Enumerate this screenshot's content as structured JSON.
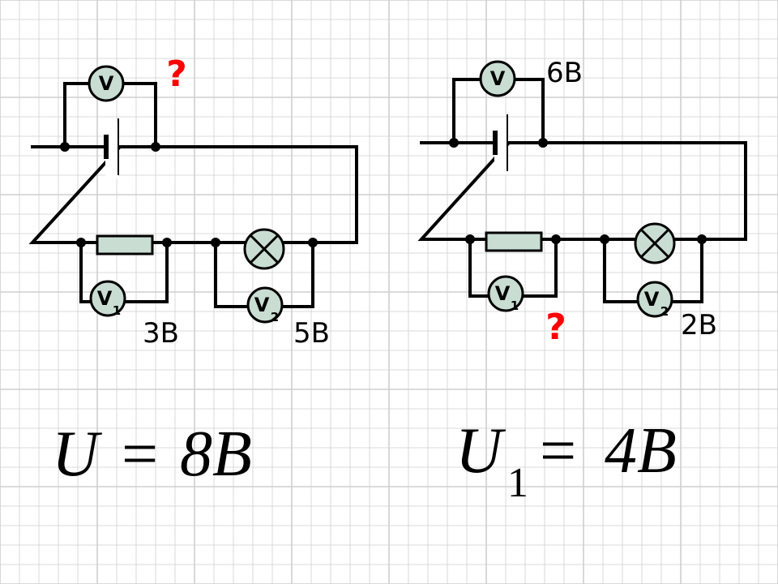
{
  "colors": {
    "background": "#ffffff",
    "grid": "#cfcfcf",
    "wire": "#000000",
    "meter_fill": "#c9ddd2",
    "resistor_fill": "#c9ddd2",
    "lamp_fill": "#c9ddd2",
    "question": "#ff0000",
    "text": "#000000"
  },
  "left_circuit": {
    "main_meter": {
      "letter": "V",
      "subscript": "",
      "reading": "?"
    },
    "meter_1": {
      "letter": "V",
      "subscript": "1",
      "reading": "3В"
    },
    "meter_2": {
      "letter": "V",
      "subscript": "2",
      "reading": "5В"
    }
  },
  "right_circuit": {
    "main_meter": {
      "letter": "V",
      "subscript": "",
      "reading": "6В"
    },
    "meter_1": {
      "letter": "V",
      "subscript": "1",
      "reading": "?"
    },
    "meter_2": {
      "letter": "V",
      "subscript": "2",
      "reading": "2В"
    }
  },
  "formulas": {
    "left": {
      "symbol": "U",
      "subscript": "",
      "equals": "=",
      "value": "8B"
    },
    "right": {
      "symbol": "U",
      "subscript": "1",
      "equals": "=",
      "value": "4B"
    }
  }
}
